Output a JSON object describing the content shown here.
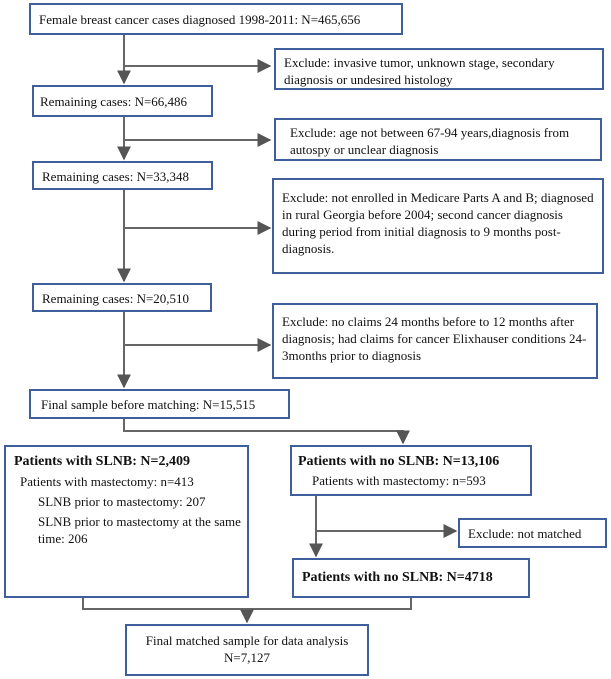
{
  "boxes": {
    "initial": "Female breast cancer cases diagnosed 1998-2011: N=465,656",
    "exclude1": "Exclude: invasive tumor, unknown stage, secondary diagnosis or undesired histology",
    "remain1": "Remaining cases: N=66,486",
    "exclude2": "Exclude: age not between 67-94 years,diagnosis from autospy or unclear diagnosis",
    "remain2": "Remaining cases: N=33,348",
    "exclude3": "Exclude: not enrolled in Medicare Parts A and B; diagnosed in rural Georgia before 2004; second cancer diagnosis during period from initial diagnosis to 9 months post-diagnosis.",
    "remain3": "Remaining cases: N=20,510",
    "exclude4": "Exclude: no claims 24 months before to 12 months after diagnosis; had claims for cancer Elixhauser conditions 24-3months prior to diagnosis",
    "final_before": "Final sample before matching: N=15,515",
    "slnb": {
      "title": "Patients with SLNB: N=2,409",
      "mastectomy": "Patients with mastectomy: n=413",
      "prior": "SLNB prior to mastectomy: 207",
      "prior_same": "SLNB prior to mastectomy at the same time: 206"
    },
    "no_slnb": {
      "title": "Patients with no SLNB: N=13,106",
      "mastectomy": "Patients with mastectomy: n=593"
    },
    "exclude5": "Exclude: not matched",
    "no_slnb_matched": "Patients with no SLNB: N=4718",
    "final_matched": {
      "line1": "Final matched sample for data analysis",
      "line2": "N=7,127"
    }
  }
}
